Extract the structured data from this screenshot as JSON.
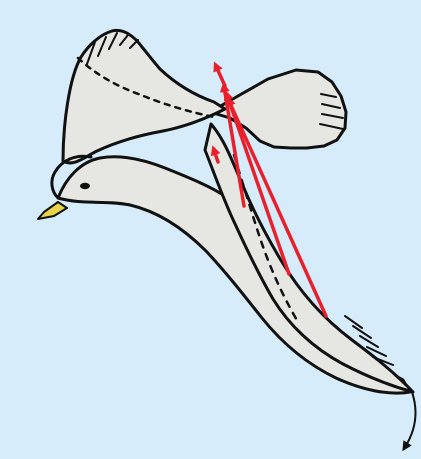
{
  "colors": {
    "background": "#d6ecfb",
    "bird_body": "#e6e6e3",
    "outline": "#111111",
    "beak": "#e7d34a",
    "force_arrows": "#e8202c"
  },
  "figure": {
    "subject": "gull-in-flight",
    "elements": [
      "background",
      "bird-body",
      "back-wing",
      "front-wing",
      "tail",
      "head",
      "eye",
      "beak",
      "force-arrows",
      "wingtip-motion-arrow"
    ]
  }
}
